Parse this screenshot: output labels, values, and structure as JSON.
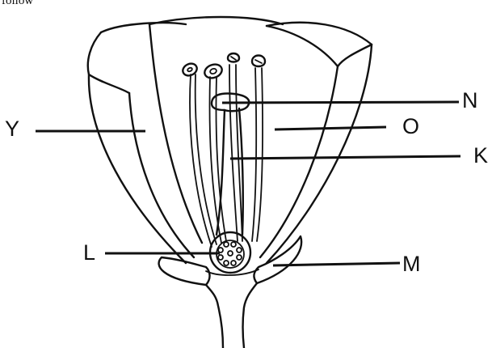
{
  "caption_fragment": "follow",
  "labels": {
    "y": "Y",
    "n": "N",
    "o": "O",
    "k": "K",
    "l": "L",
    "m": "M"
  },
  "colors": {
    "ink": "#111111",
    "background": "#ffffff"
  }
}
